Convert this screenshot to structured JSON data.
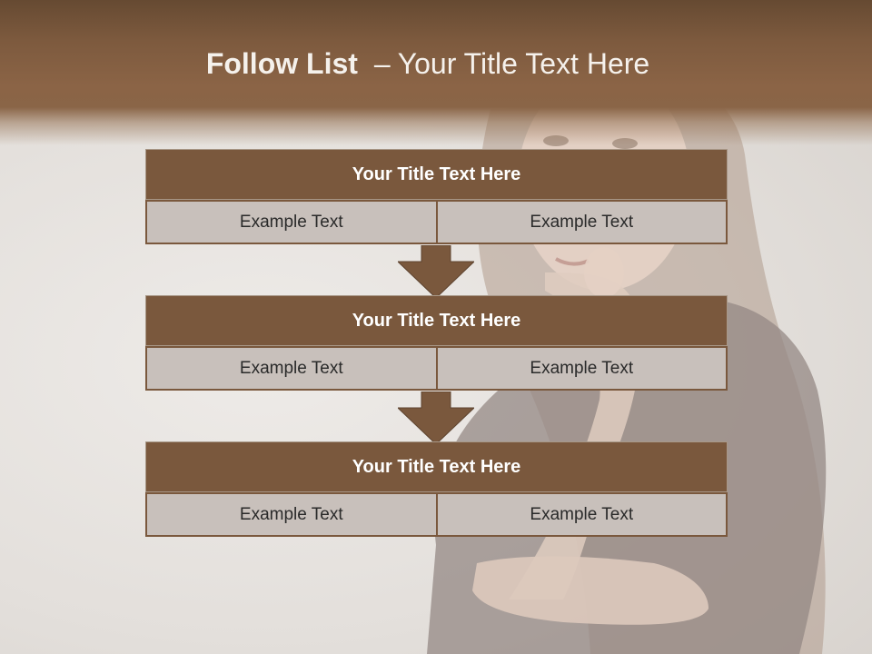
{
  "header": {
    "title_bold": "Follow List",
    "title_separator": "–",
    "title_rest": "Your Title Text Here"
  },
  "blocks": [
    {
      "title": "Your Title Text Here",
      "left": "Example Text",
      "right": "Example Text"
    },
    {
      "title": "Your Title Text Here",
      "left": "Example Text",
      "right": "Example Text"
    },
    {
      "title": "Your Title Text Here",
      "left": "Example Text",
      "right": "Example Text"
    }
  ],
  "colors": {
    "header_brown": "#7d5a3e",
    "block_title_bg": "#7a583d",
    "cell_bg": "#c8c0bb",
    "arrow": "#7a583d"
  },
  "background_image": "woman-thinking-photo"
}
